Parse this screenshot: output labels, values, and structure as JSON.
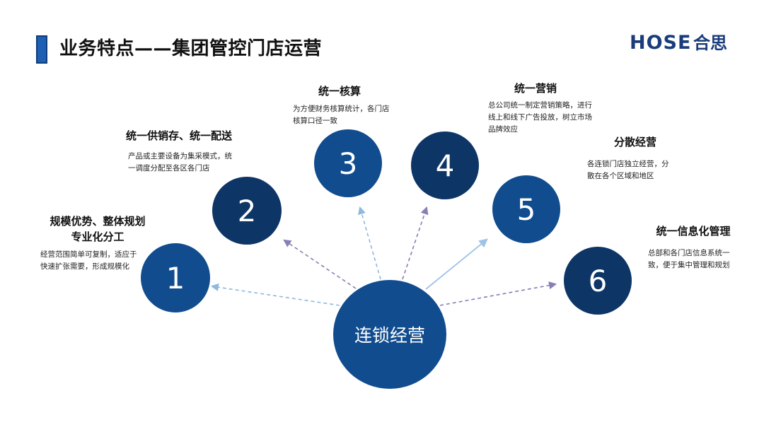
{
  "page": {
    "title": "业务特点——集团管控门店运营"
  },
  "logo": {
    "latin": "HOSE",
    "chinese": "合思",
    "color": "#1a3c7c",
    "accent": "#e03030"
  },
  "colors": {
    "dark_navy": "#0d3566",
    "mid_blue": "#104c8e",
    "arrow_dashed": "#8a7fb5",
    "arrow_light": "#8fb7e0",
    "arrow_solid": "#9ec3e6"
  },
  "center": {
    "label": "连锁经营"
  },
  "items": [
    {
      "number": "1",
      "title_lines": [
        "规模优势、整体规划",
        "专业化分工"
      ],
      "desc_lines": [
        "经营范围简单可复制，适应于",
        "快速扩张需要，形成规模化"
      ]
    },
    {
      "number": "2",
      "title_lines": [
        "统一供销存、统一配送"
      ],
      "desc_lines": [
        "产品或主要设备为集采模式，统",
        "一调度分配至各区各门店"
      ]
    },
    {
      "number": "3",
      "title_lines": [
        "统一核算"
      ],
      "desc_lines": [
        "为方便财务核算统计，各门店",
        "核算口径一致"
      ]
    },
    {
      "number": "4",
      "title_lines": [
        "统一营销"
      ],
      "desc_lines": [
        "总公司统一制定营销策略，进行",
        "线上和线下广告投放，树立市场",
        "品牌效应"
      ]
    },
    {
      "number": "5",
      "title_lines": [
        "分散经营"
      ],
      "desc_lines": [
        "各连锁门店独立经营，分",
        "散在各个区域和地区"
      ]
    },
    {
      "number": "6",
      "title_lines": [
        "统一信息化管理"
      ],
      "desc_lines": [
        "总部和各门店信息系统一",
        "致，便于集中管理和规划"
      ]
    }
  ]
}
